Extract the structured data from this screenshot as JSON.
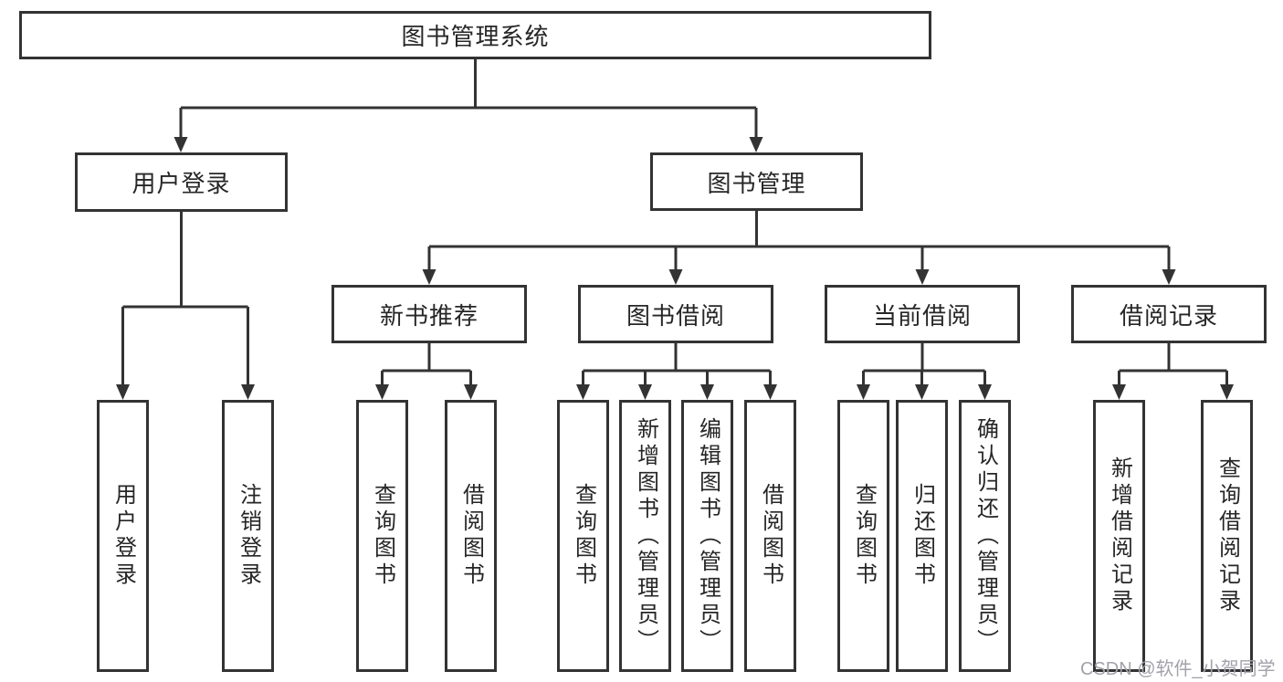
{
  "tree": {
    "label": "图书管理系统",
    "children": [
      {
        "label": "用户登录",
        "children": [
          {
            "label": "用户登录"
          },
          {
            "label": "注销登录"
          }
        ]
      },
      {
        "label": "图书管理",
        "children": [
          {
            "label": "新书推荐",
            "children": [
              {
                "label": "查询图书"
              },
              {
                "label": "借阅图书"
              }
            ]
          },
          {
            "label": "图书借阅",
            "children": [
              {
                "label": "查询图书"
              },
              {
                "label": "新增图书（管理员）"
              },
              {
                "label": "编辑图书（管理员）"
              },
              {
                "label": "借阅图书"
              }
            ]
          },
          {
            "label": "当前借阅",
            "children": [
              {
                "label": "查询图书"
              },
              {
                "label": "归还图书"
              },
              {
                "label": "确认归还（管理员）"
              }
            ]
          },
          {
            "label": "借阅记录",
            "children": [
              {
                "label": "新增借阅记录"
              },
              {
                "label": "查询借阅记录"
              }
            ]
          }
        ]
      }
    ]
  },
  "watermark": "CSDN @软件_小贺同学",
  "colors": {
    "line": "#333333",
    "text": "#262626",
    "watermark": "#a2a2aa",
    "bg": "#ffffff"
  }
}
